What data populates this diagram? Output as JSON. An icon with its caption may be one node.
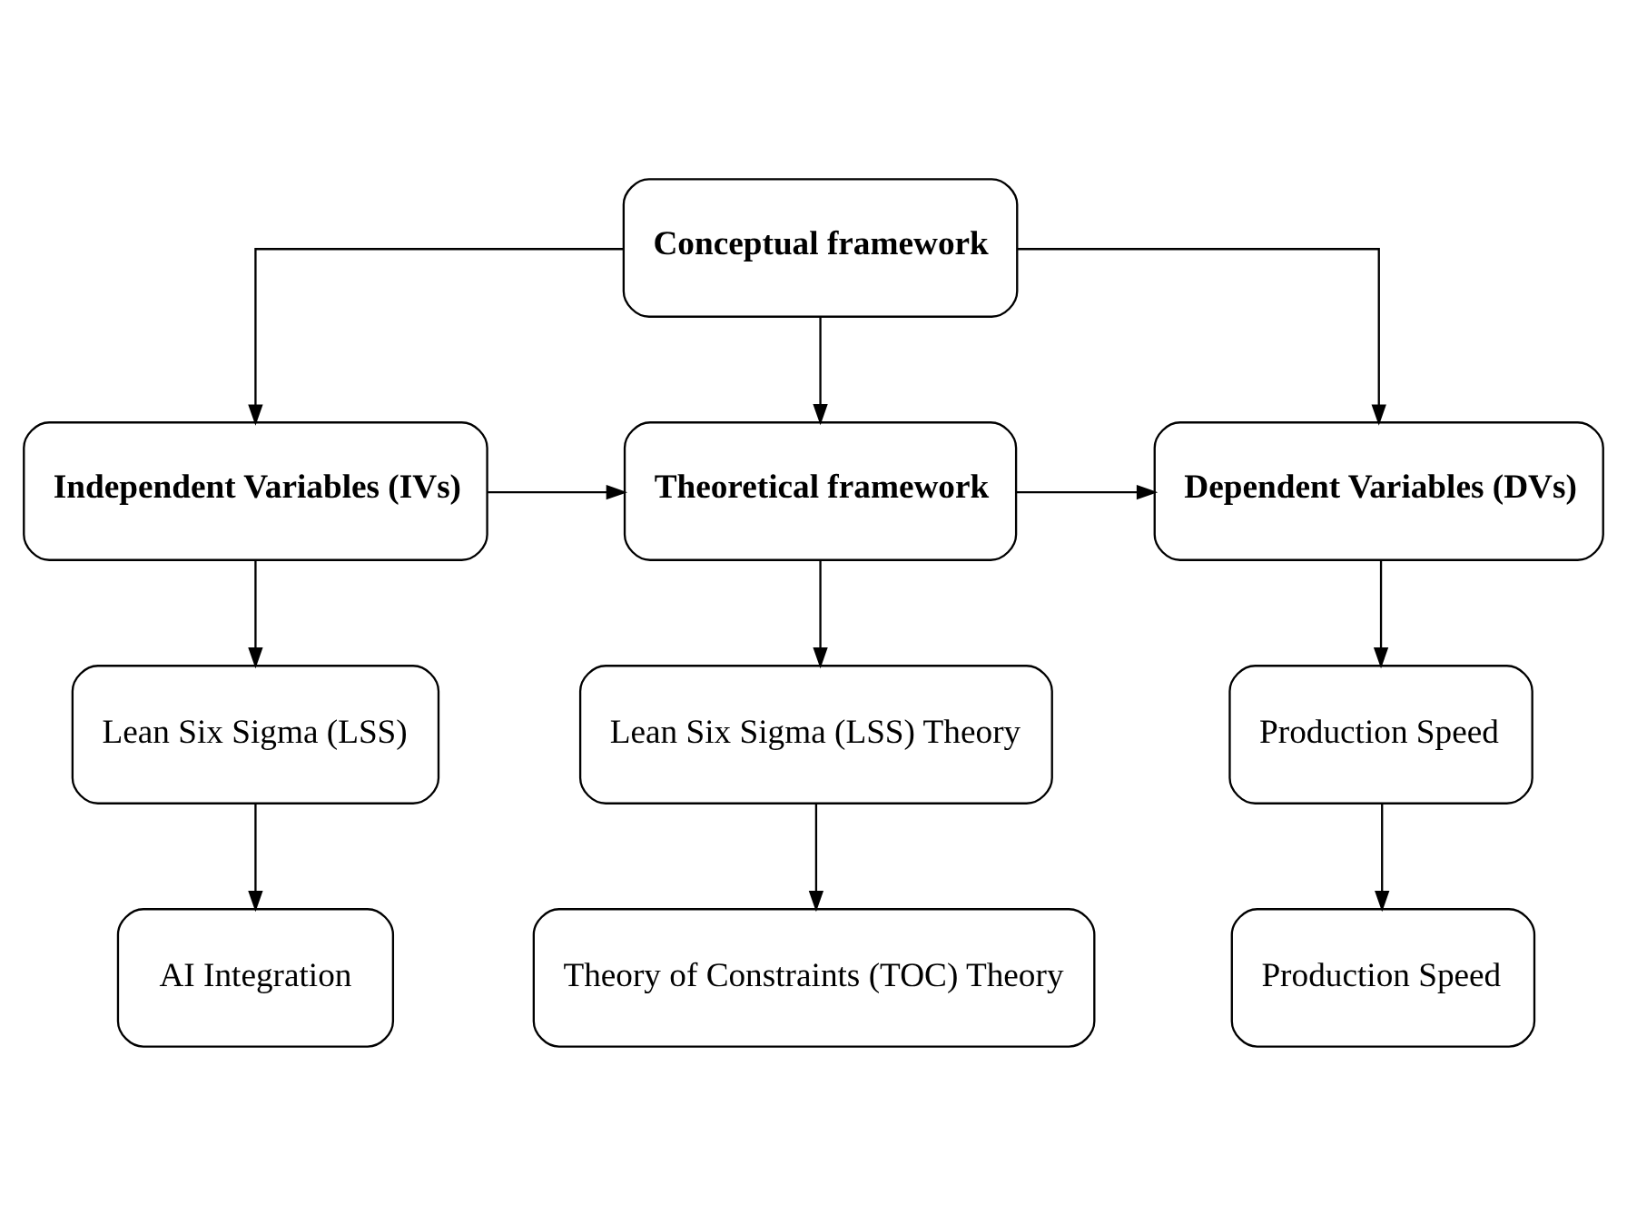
{
  "diagram": {
    "nodes": [
      {
        "text": [
          "Conceptual framework"
        ]
      },
      {
        "text": [
          "Independent Variables (IVs)"
        ]
      },
      {
        "text": [
          "Theoretical framework"
        ]
      },
      {
        "text": [
          "Dependent Variables (DVs)"
        ]
      },
      {
        "text": [
          "Lean Six Sigma (LSS)"
        ]
      },
      {
        "text": [
          "Lean Six Sigma (LSS) Theory"
        ]
      },
      {
        "text": [
          "Production Speed"
        ]
      },
      {
        "text": [
          "AI Integration"
        ]
      },
      {
        "text": [
          "Theory of Constraints (TOC) Theory"
        ]
      },
      {
        "text": [
          "Production Speed"
        ]
      }
    ],
    "edges": [
      {
        "from": 0,
        "to": 1,
        "arrow": "to"
      },
      {
        "from": 0,
        "to": 2,
        "arrow": "to"
      },
      {
        "from": 0,
        "to": 3,
        "arrow": "to"
      },
      {
        "from": 1,
        "to": 2,
        "arrow": "to"
      },
      {
        "from": 2,
        "to": 3,
        "arrow": "to"
      },
      {
        "from": 1,
        "to": 4,
        "arrow": "to"
      },
      {
        "from": 2,
        "to": 5,
        "arrow": "to"
      },
      {
        "from": 3,
        "to": 6,
        "arrow": "to"
      },
      {
        "from": 4,
        "to": 7,
        "arrow": "to"
      },
      {
        "from": 5,
        "to": 8,
        "arrow": "to"
      },
      {
        "from": 6,
        "to": 9,
        "arrow": "to"
      }
    ]
  }
}
